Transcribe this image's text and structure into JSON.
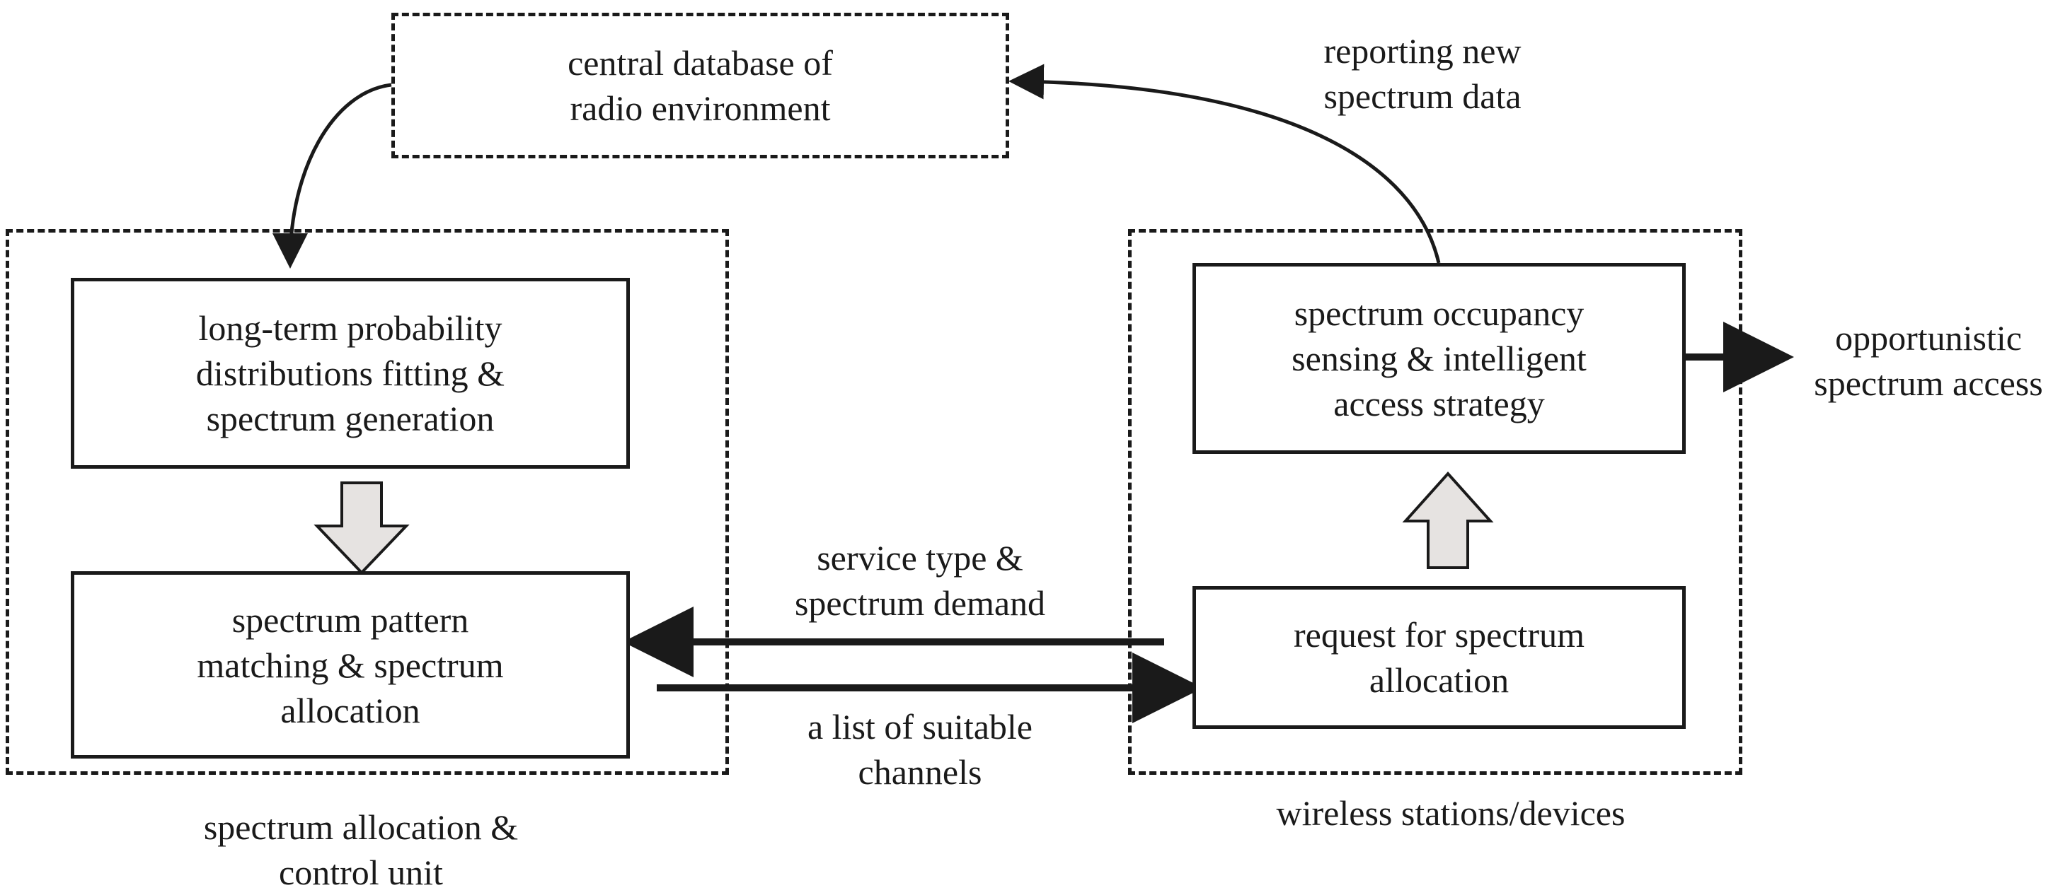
{
  "colors": {
    "stroke": "#1a1a1a",
    "hollow_arrow_fill": "#e6e3e1",
    "background": "#ffffff"
  },
  "database": {
    "lines": [
      "central database of",
      "radio environment"
    ]
  },
  "control_unit": {
    "caption_lines": [
      "spectrum allocation &",
      "control unit"
    ],
    "fitting_box": {
      "lines": [
        "long-term probability",
        "distributions fitting &",
        "spectrum generation"
      ]
    },
    "matching_box": {
      "lines": [
        "spectrum pattern",
        "matching & spectrum",
        "allocation"
      ]
    }
  },
  "wireless_unit": {
    "caption": "wireless stations/devices",
    "sensing_box": {
      "lines": [
        "spectrum occupancy",
        "sensing & intelligent",
        "access strategy"
      ]
    },
    "request_box": {
      "lines": [
        "request for spectrum",
        "allocation"
      ]
    }
  },
  "edges": {
    "reporting": [
      "reporting new",
      "spectrum data"
    ],
    "demand": [
      "service type &",
      "spectrum demand"
    ],
    "channels": [
      "a list of suitable",
      "channels"
    ],
    "access": [
      "opportunistic",
      "spectrum access"
    ]
  }
}
